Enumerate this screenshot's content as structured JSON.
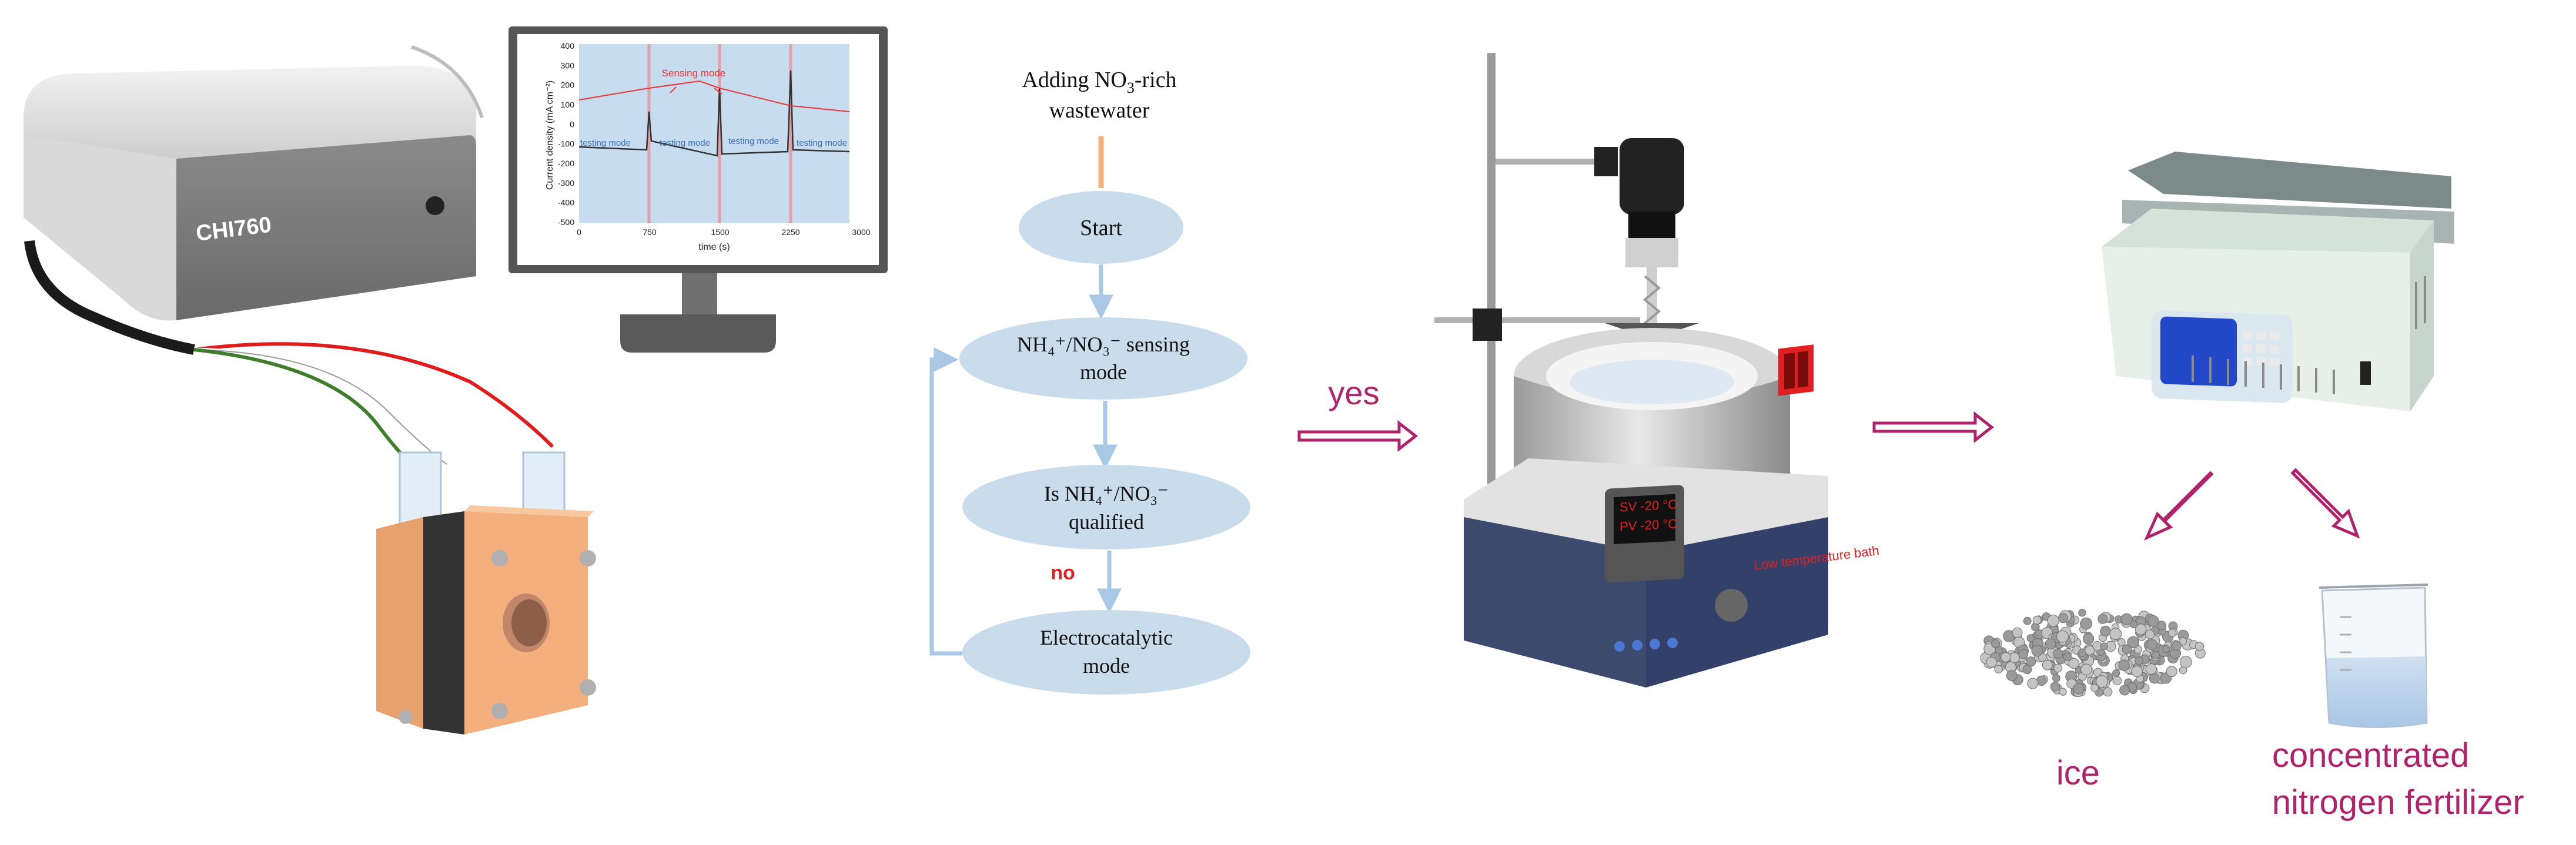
{
  "device": {
    "brand": "CHI760"
  },
  "monitor_chart": {
    "annotations": {
      "sensing": "Sensing mode",
      "testing": "testing mode"
    },
    "ylabel": "Current density (mA cm⁻²)",
    "xlabel": "time (s)",
    "yticks": [
      "400",
      "300",
      "200",
      "100",
      "0",
      "-100",
      "-200",
      "-300",
      "-400",
      "-500"
    ],
    "xticks": [
      "0",
      "750",
      "1500",
      "2250",
      "3000"
    ]
  },
  "flowchart": {
    "input_line1_pre": "Adding NO",
    "input_line1_sub": "3",
    "input_line1_post": "-rich",
    "input_line2": "wastewater",
    "start": "Start",
    "sensing_line1": "NH₄⁺/NO₃⁻ sensing",
    "sensing_line2": "mode",
    "qualified_line1": "Is NH₄⁺/NO₃⁻",
    "qualified_line2": "qualified",
    "electro_line1": "Electrocatalytic",
    "electro_line2": "mode",
    "no_label": "no",
    "yes_label": "yes"
  },
  "bath": {
    "label": "Low temperature bath",
    "sv": "SV -20 °C",
    "pv": "PV -20 °C"
  },
  "outputs": {
    "ice": "ice",
    "fertilizer_line1": "concentrated",
    "fertilizer_line2": "nitrogen fertilizer"
  },
  "colors": {
    "accent": "#b0226a",
    "ellipse": "#c9dcec",
    "connector": "#a9c8e6",
    "input_arrow": "#f2b27e",
    "red": "#e02020",
    "chart_bg": "#c7dcef"
  }
}
